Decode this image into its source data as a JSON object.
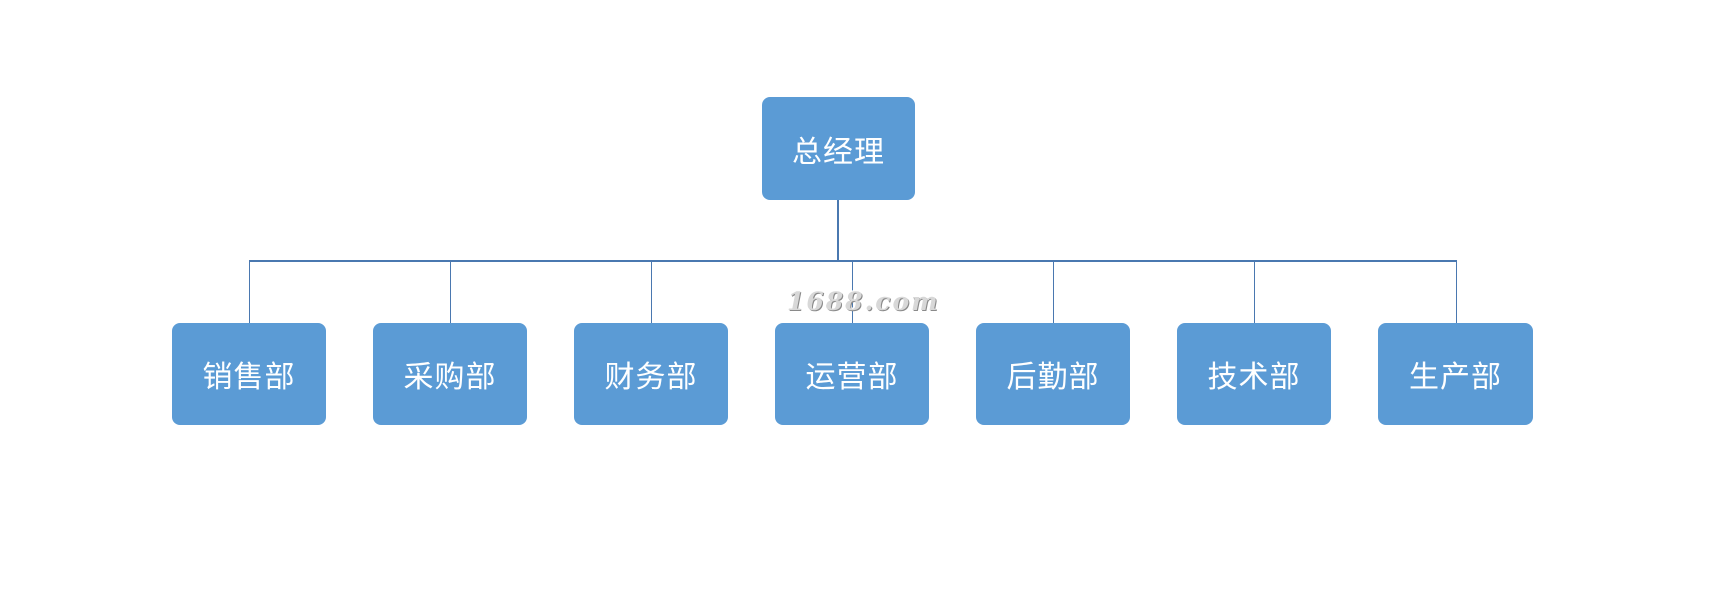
{
  "org_chart": {
    "root": {
      "label": "总经理"
    },
    "departments": [
      {
        "label": "销售部"
      },
      {
        "label": "采购部"
      },
      {
        "label": "财务部"
      },
      {
        "label": "运营部"
      },
      {
        "label": "后勤部"
      },
      {
        "label": "技术部"
      },
      {
        "label": "生产部"
      }
    ]
  },
  "watermark": {
    "text": "1688.com"
  },
  "colors": {
    "node_fill": "#5b9bd5",
    "node_text": "#ffffff",
    "connector": "#4a78b0",
    "background": "#ffffff"
  }
}
